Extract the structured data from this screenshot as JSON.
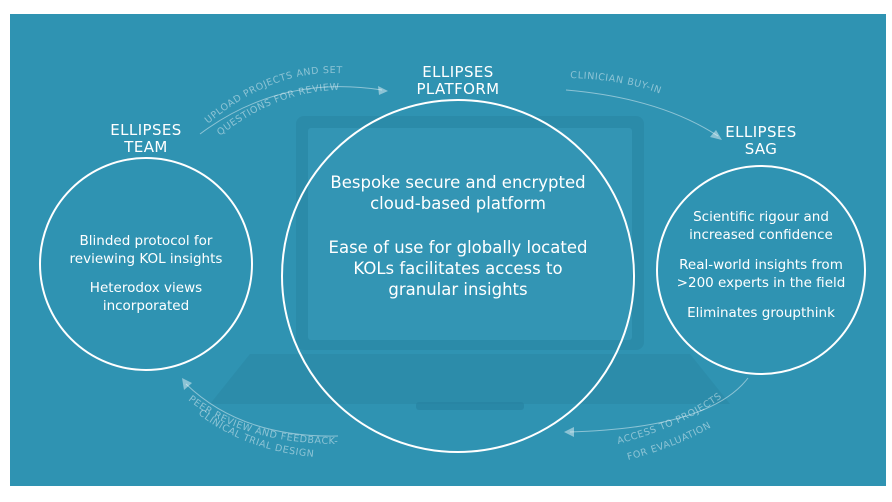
{
  "colors": {
    "background": "#2f93b2",
    "foreground": "#ffffff"
  },
  "team": {
    "title_line1": "ELLIPSES",
    "title_line2": "TEAM",
    "line1": "Blinded protocol for",
    "line2": "reviewing KOL insights",
    "line3": "Heterodox views",
    "line4": "incorporated"
  },
  "platform": {
    "title_line1": "ELLIPSES",
    "title_line2": "PLATFORM",
    "line1": "Bespoke secure and encrypted",
    "line2": "cloud-based platform",
    "line3": "Ease of use for globally located",
    "line4": "KOLs facilitates access to",
    "line5": "granular insights"
  },
  "sag": {
    "title_line1": "ELLIPSES",
    "title_line2": "SAG",
    "line1": "Scientific rigour and",
    "line2": "increased confidence",
    "line3": "Real-world insights from",
    "line4": ">200 experts in the field",
    "line5": "Eliminates groupthink"
  },
  "flows": {
    "upload_line1": "UPLOAD PROJECTS AND SET",
    "upload_line2": "QUESTIONS FOR REVIEW",
    "buyin": "CLINICIAN BUY-IN",
    "access_line1": "ACCESS TO PROJECTS",
    "access_line2": "FOR EVALUATION",
    "peer_line1": "PEER REVIEW AND FEEDBACK-",
    "peer_line2": "CLINICAL TRIAL DESIGN"
  }
}
